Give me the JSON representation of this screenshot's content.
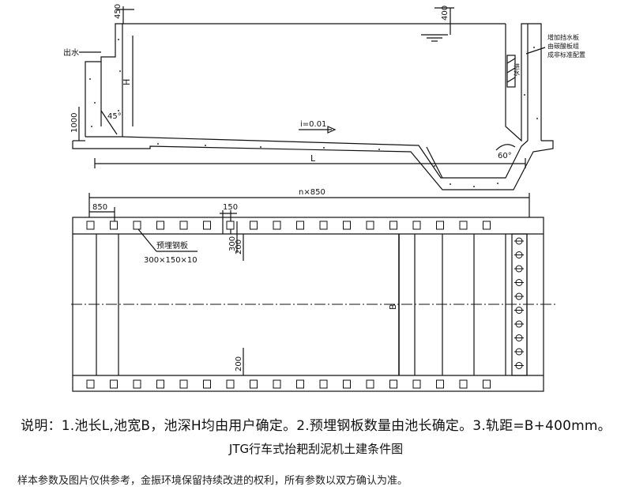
{
  "section": {
    "dim_450": "450",
    "dim_400": "400",
    "dim_H": "H",
    "dim_1000": "1000",
    "angle_45": "45°",
    "angle_60": "60°",
    "outlet": "出水",
    "slope": "i=0.01",
    "dim_L": "L",
    "inlet": "进水",
    "note_lines": [
      "增加挡水板",
      "由碳酸板组",
      "成非标准配置"
    ]
  },
  "plan": {
    "dim_nx850": "n×850",
    "dim_850": "850",
    "dim_150": "150",
    "dim_300": "300",
    "dim_200_top": "200",
    "dim_200_bottom": "200",
    "dim_B": "B",
    "plate_label": "预埋钢板",
    "plate_size": "300×150×10"
  },
  "notes": {
    "description": "说明：1.池长L,池宽B，池深H均由用户确定。2.预埋钢板数量由池长确定。3.轨距=B+400mm。",
    "title": "JTG行车式抬耙刮泥机土建条件图",
    "footer": "样本参数及图片仅供参考，金振环境保留持续改进的权利，所有参数以双方确认为准。"
  }
}
